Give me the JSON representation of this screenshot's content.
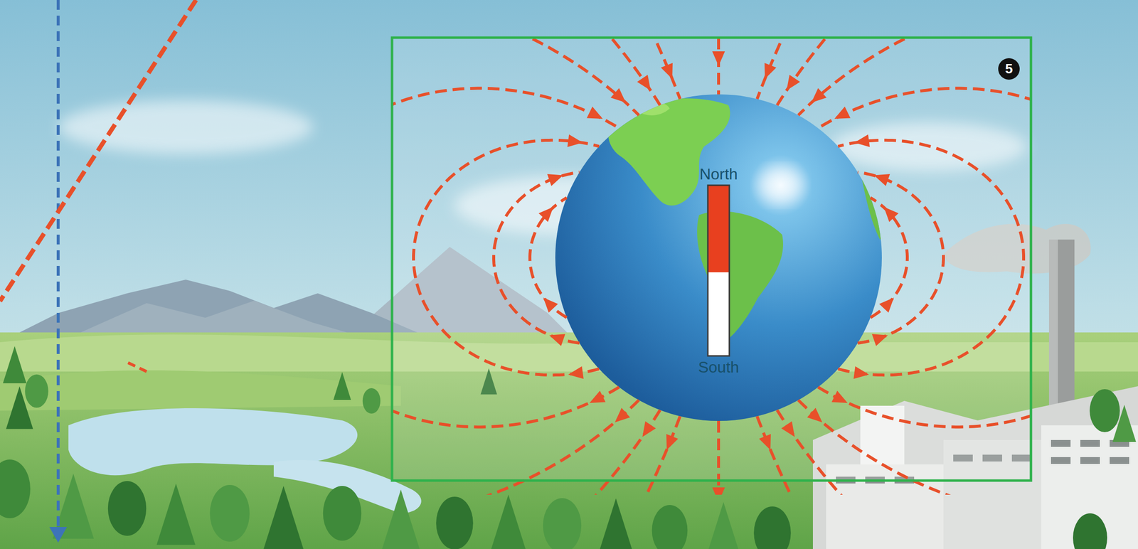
{
  "diagram": {
    "labels": [
      "North",
      "South",
      "5"
    ]
  }
}
